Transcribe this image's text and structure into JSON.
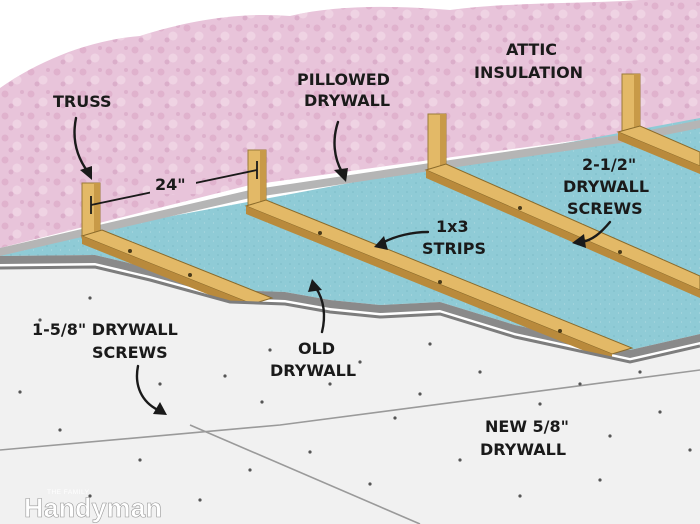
{
  "labels": {
    "truss": "TRUSS",
    "spacing": "24\"",
    "pillowed_line1": "PILLOWED",
    "pillowed_line2": "DRYWALL",
    "attic_line1": "ATTIC",
    "attic_line2": "INSULATION",
    "screws_long_line1": "2-1/2\"",
    "screws_long_line2": "DRYWALL",
    "screws_long_line3": "SCREWS",
    "strips_line1": "1x3",
    "strips_line2": "STRIPS",
    "screws_short_line1": "1-5/8\" DRYWALL",
    "screws_short_line2": "SCREWS",
    "old_line1": "OLD",
    "old_line2": "DRYWALL",
    "new_line1": "NEW 5/8\"",
    "new_line2": "DRYWALL"
  },
  "watermark": {
    "small": "THE FAMILY",
    "big": "Handyman"
  },
  "colors": {
    "insulation": "#e8c4da",
    "old_drywall": "#8fcbd6",
    "lumber": "#e3b967",
    "new_drywall": "#f1f1f1",
    "edge": "#8a8a8a",
    "ink": "#1a1a1a"
  }
}
